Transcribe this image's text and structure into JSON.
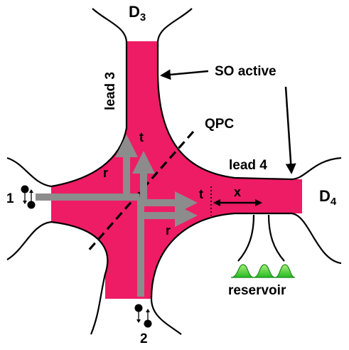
{
  "labels": {
    "d3": "D",
    "d3_sub": "3",
    "d4": "D",
    "d4_sub": "4",
    "lead3": "lead 3",
    "lead4": "lead 4",
    "so_active": "SO active",
    "qpc": "QPC",
    "reservoir": "reservoir",
    "terminal1": "1",
    "terminal2": "2",
    "r_top": "r",
    "t_top": "t",
    "t_right": "t",
    "r_right": "r",
    "x": "x"
  },
  "colors": {
    "region_fill": "#ee1c64",
    "arrow_gray": "#8c8c8c",
    "reservoir_green": "#33cc33",
    "outline": "#000000"
  }
}
